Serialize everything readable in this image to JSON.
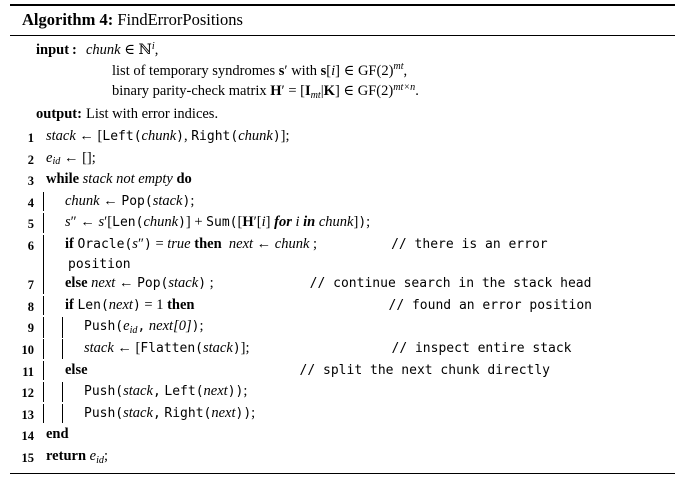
{
  "title": {
    "keyword": "Algorithm 4:",
    "name": "FindErrorPositions"
  },
  "io": {
    "input_label": "input",
    "input_colon": ":",
    "output_label": "output:",
    "input_lines": [
      "chunk ∈ ℕⁱ,",
      "list of temporary syndromes s′ with s[i] ∈ GF(2)^{mt},",
      "binary parity-check matrix H′ = [I_{mt}|K] ∈ GF(2)^{mt×n}."
    ],
    "output_line": "List with error indices."
  },
  "code": {
    "lines": [
      {
        "no": "1",
        "text": "stack ← [Left(chunk), Right(chunk)];",
        "comment": ""
      },
      {
        "no": "2",
        "text": "e_id ← [];",
        "comment": ""
      },
      {
        "no": "3",
        "text": "while stack not empty do",
        "comment": ""
      },
      {
        "no": "4",
        "text": "chunk ← Pop(stack);",
        "comment": ""
      },
      {
        "no": "5",
        "text": "s″ ← s′[Len(chunk)] + Sum([H′[i] for i in chunk]);",
        "comment": ""
      },
      {
        "no": "6",
        "text": "if Oracle(s″) = true then next ← chunk ;",
        "comment": "// there is an error position"
      },
      {
        "no": "7",
        "text": "else next ← Pop(stack) ;",
        "comment": "// continue search in the stack head"
      },
      {
        "no": "8",
        "text": "if Len(next) = 1 then",
        "comment": "// found an error position"
      },
      {
        "no": "9",
        "text": "Push(e_id, next[0]);",
        "comment": ""
      },
      {
        "no": "10",
        "text": "stack ← [Flatten(stack)];",
        "comment": "// inspect entire stack"
      },
      {
        "no": "11",
        "text": "else",
        "comment": "// split the next chunk directly"
      },
      {
        "no": "12",
        "text": "Push(stack, Left(next));",
        "comment": ""
      },
      {
        "no": "13",
        "text": "Push(stack, Right(next));",
        "comment": ""
      },
      {
        "no": "14",
        "text": "end",
        "comment": ""
      },
      {
        "no": "15",
        "text": "return e_id;",
        "comment": ""
      }
    ],
    "comment_6": "// there is an error",
    "comment_6_wrap": "position",
    "comment_7": "// continue search in the stack head",
    "comment_8": "// found an error position",
    "comment_10": "// inspect entire stack",
    "comment_11": "// split the next chunk directly"
  }
}
